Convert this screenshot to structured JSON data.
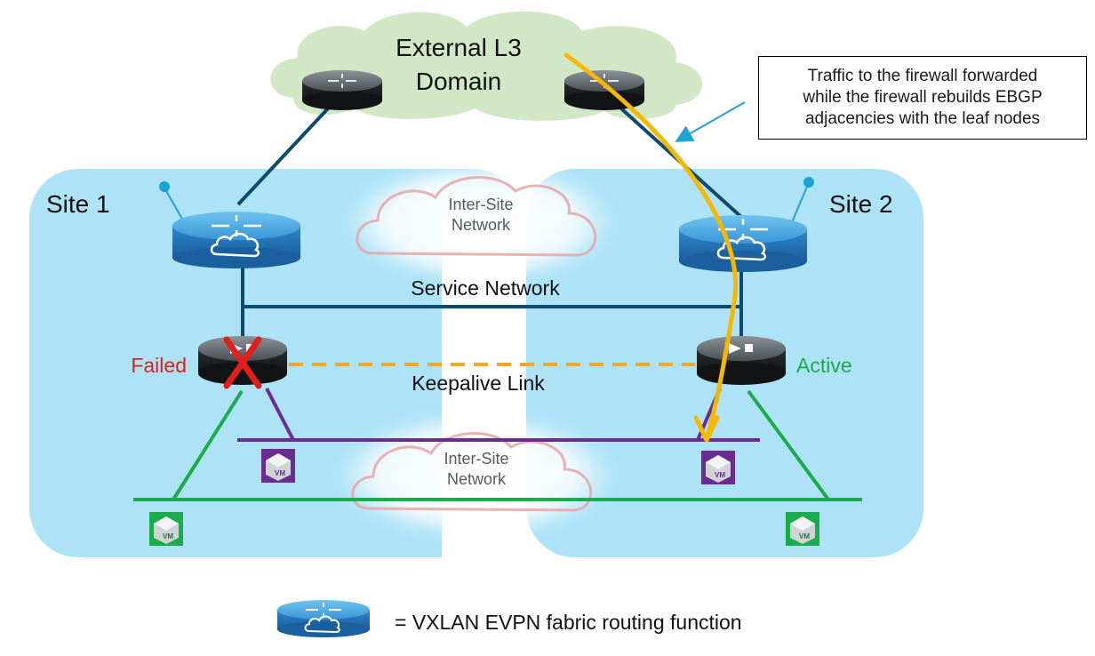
{
  "external": {
    "line1": "External L3",
    "line2": "Domain"
  },
  "callout": {
    "line1": "Traffic to the firewall forwarded",
    "line2": "while the firewall rebuilds EBGP",
    "line3": "adjacencies with the leaf nodes"
  },
  "site1": {
    "label": "Site 1"
  },
  "site2": {
    "label": "Site 2"
  },
  "intersite_top": {
    "line1": "Inter-Site",
    "line2": "Network"
  },
  "intersite_bottom": {
    "line1": "Inter-Site",
    "line2": "Network"
  },
  "service_network": "Service Network",
  "keepalive_link": "Keepalive Link",
  "firewall_failed": {
    "status": "Failed"
  },
  "firewall_active": {
    "status": "Active"
  },
  "vm_label": "VM",
  "legend": {
    "text": "= VXLAN EVPN fabric routing function"
  },
  "colors": {
    "site_bg": "#aee3f7",
    "cloud_green": "#cfe6c3",
    "link_dark": "#0d4a6b",
    "link_green": "#1aab4a",
    "link_purple": "#6a2c91",
    "keepalive_orange": "#f5a623",
    "traffic_arrow": "#f5b800",
    "failed_red": "#e0201b",
    "active_green": "#1aab4a",
    "callout_arrow": "#1fa3d6"
  }
}
